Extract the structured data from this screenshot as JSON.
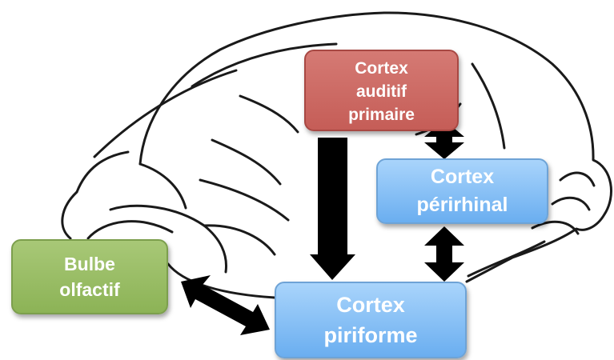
{
  "boxes": {
    "auditory": {
      "lines": [
        "Cortex",
        "auditif",
        "primaire"
      ],
      "color": "#c9625c"
    },
    "perirhinal": {
      "lines": [
        "Cortex",
        "périrhinal"
      ],
      "color": "#8ec4f7"
    },
    "olfactory": {
      "lines": [
        "Bulbe",
        "olfactif"
      ],
      "color": "#97bc62"
    },
    "piriform": {
      "lines": [
        "Cortex",
        "piriforme"
      ],
      "color": "#8ec4f7"
    }
  },
  "connections": [
    {
      "from": "auditory",
      "to": "piriform",
      "direction": "one-way"
    },
    {
      "from": "auditory",
      "to": "perirhinal",
      "direction": "two-way"
    },
    {
      "from": "perirhinal",
      "to": "piriform",
      "direction": "two-way"
    },
    {
      "from": "olfactory",
      "to": "piriform",
      "direction": "two-way"
    }
  ],
  "outline_color": "#1a1a1a",
  "arrow_color": "#000000"
}
